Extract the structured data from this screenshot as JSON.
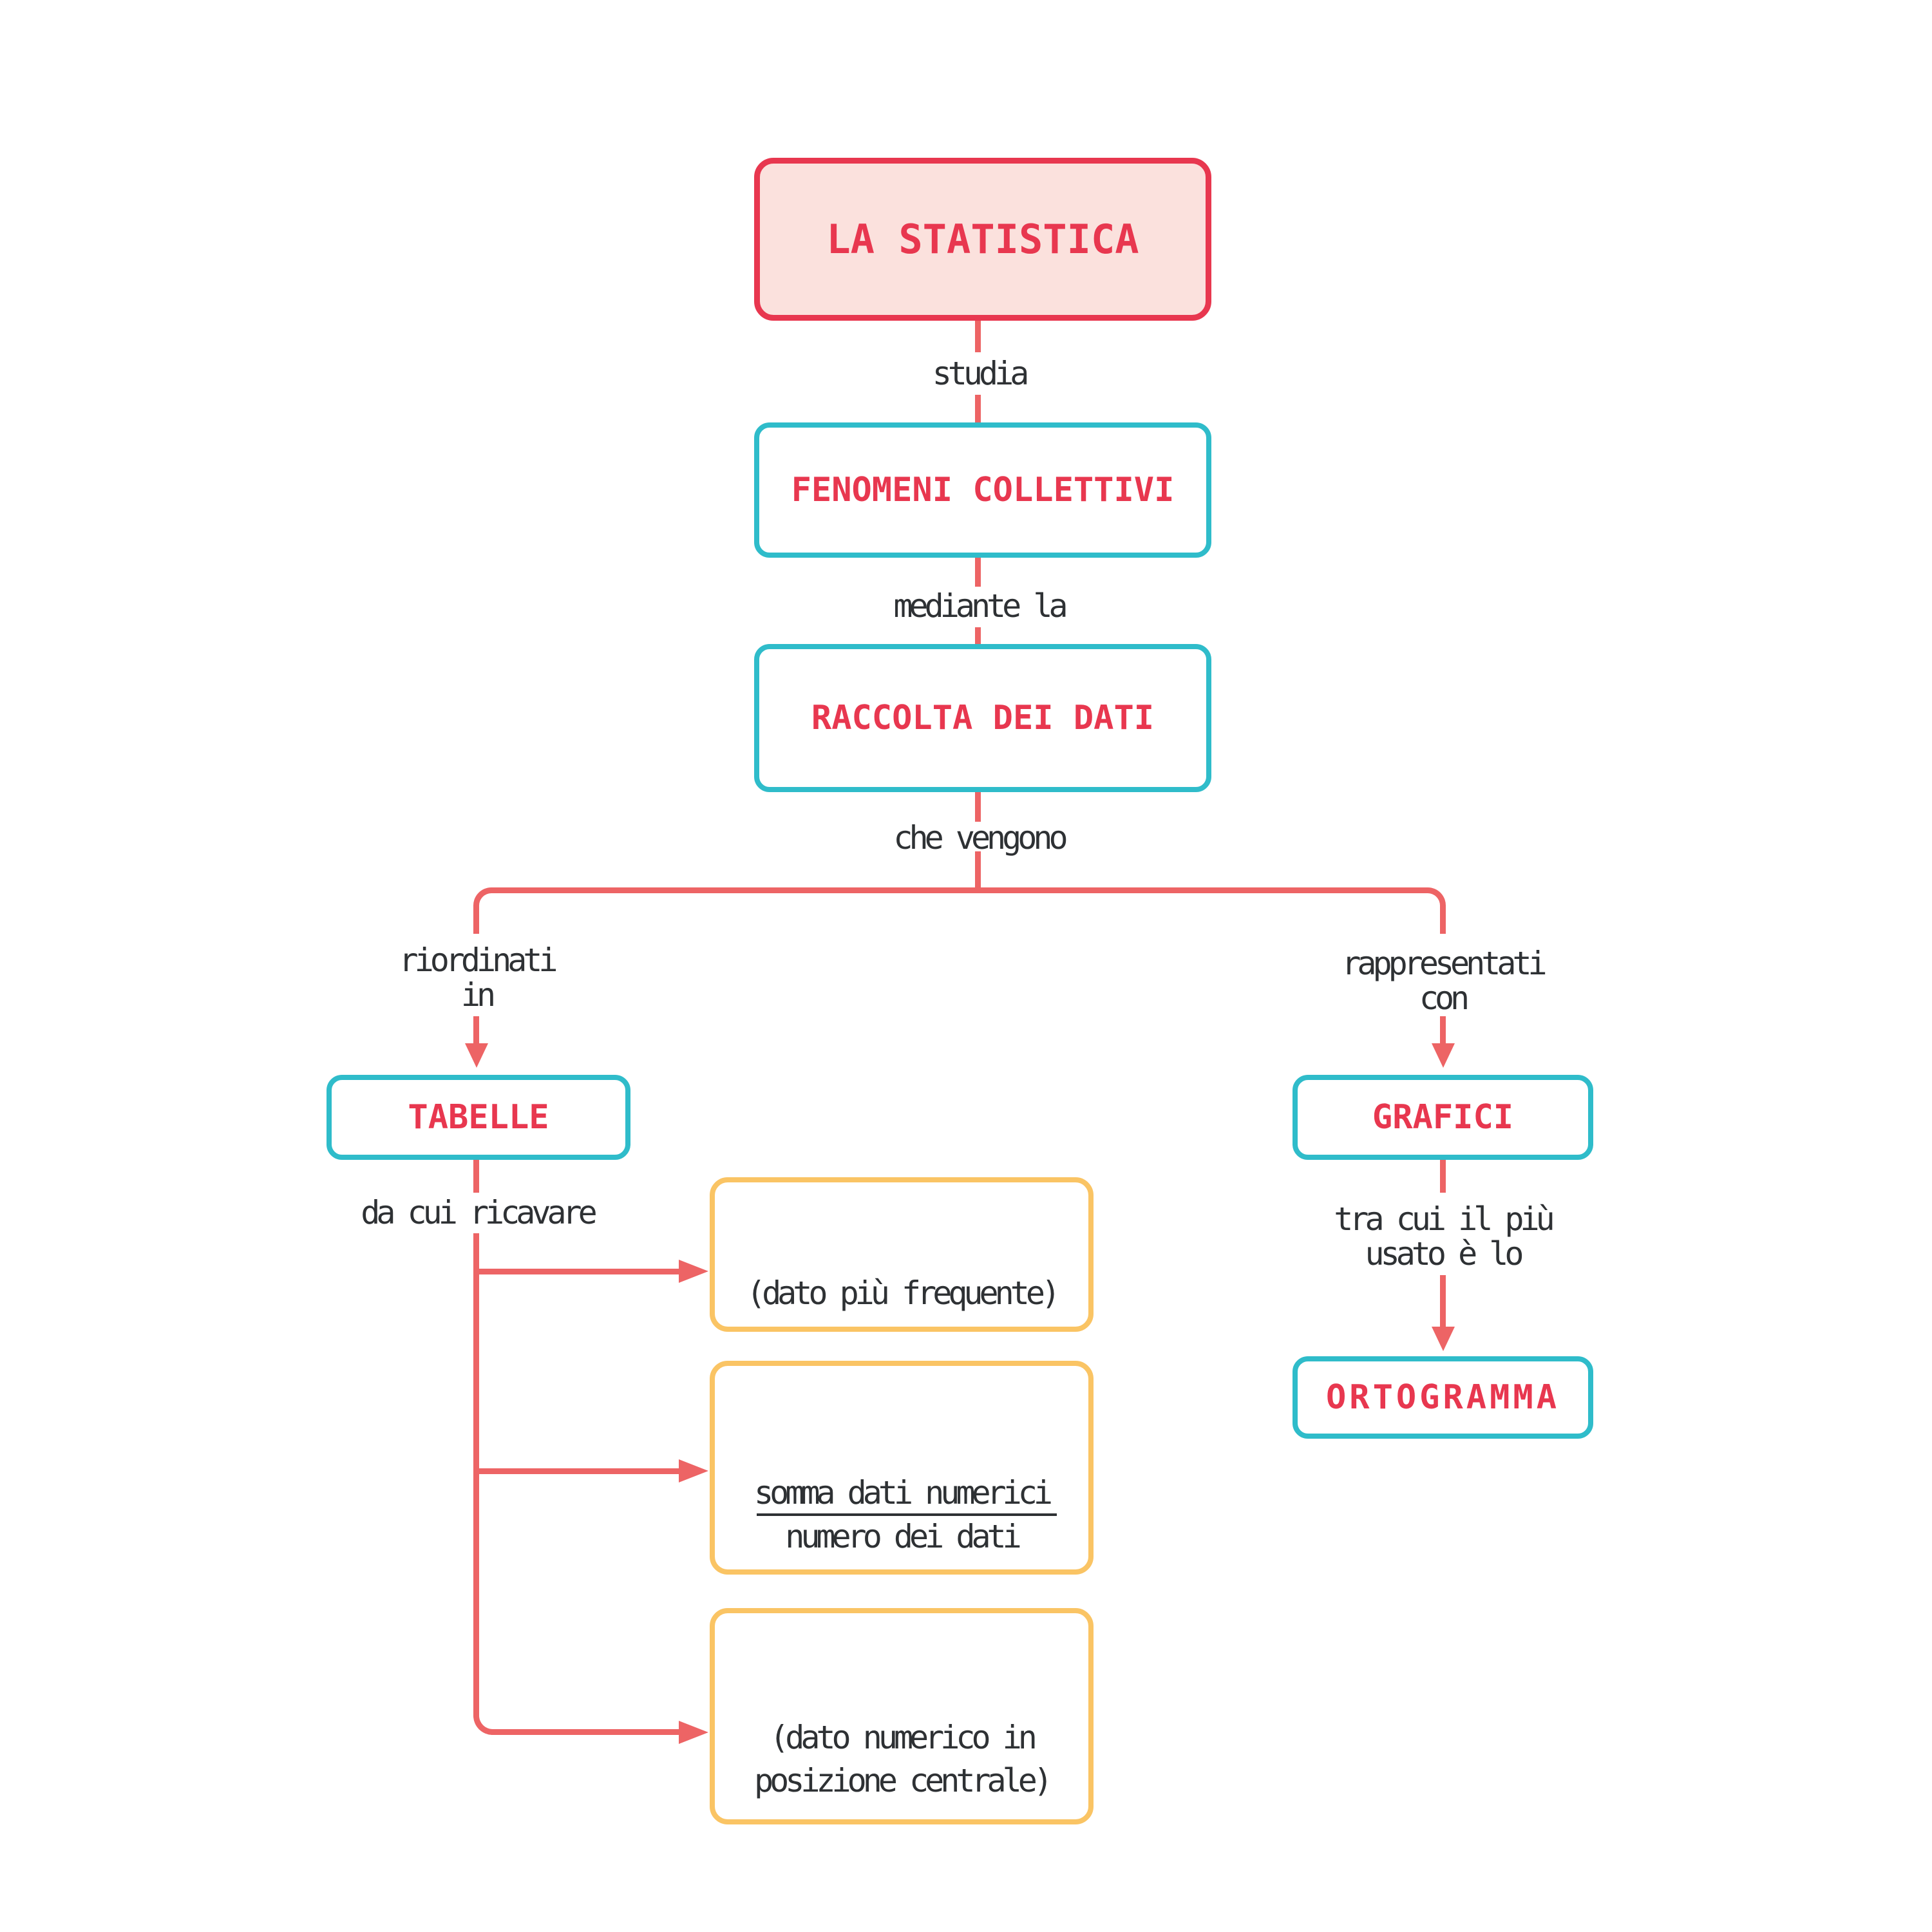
{
  "title": "LA STATISTICA",
  "colors": {
    "red": "#e8374f",
    "pink": "#fbe1dd",
    "teal": "#2fbcca",
    "coral": "#ed6465",
    "yellow": "#fac464",
    "ink": "#2e3134",
    "paper": "#ffffff"
  },
  "nodes": {
    "statistica": {
      "label": "LA STATISTICA"
    },
    "fenomeni": {
      "label": "FENOMENI COLLETTIVI"
    },
    "raccolta": {
      "label": "RACCOLTA DEI DATI"
    },
    "tabelle": {
      "label": "TABELLE"
    },
    "grafici": {
      "label": "GRAFICI"
    },
    "ortogramma": {
      "label": "ORTOGRAMMA"
    },
    "moda": {
      "note": "(dato più frequente)"
    },
    "media": {
      "numerator": "somma dati numerici",
      "denominator": "numero dei dati"
    },
    "mediana": {
      "line1": "(dato numerico in",
      "line2": "posizione centrale)"
    }
  },
  "edges": {
    "studia": "studia",
    "mediante_la": "mediante la",
    "che_vengono": "che vengono",
    "riordinati": {
      "line1": "riordinati",
      "line2": "in"
    },
    "rappresentati": {
      "line1": "rappresentati",
      "line2": "con"
    },
    "da_cui_ricavare": "da cui ricavare",
    "tra_cui": {
      "line1": "tra cui il più",
      "line2": "usato è lo"
    }
  }
}
